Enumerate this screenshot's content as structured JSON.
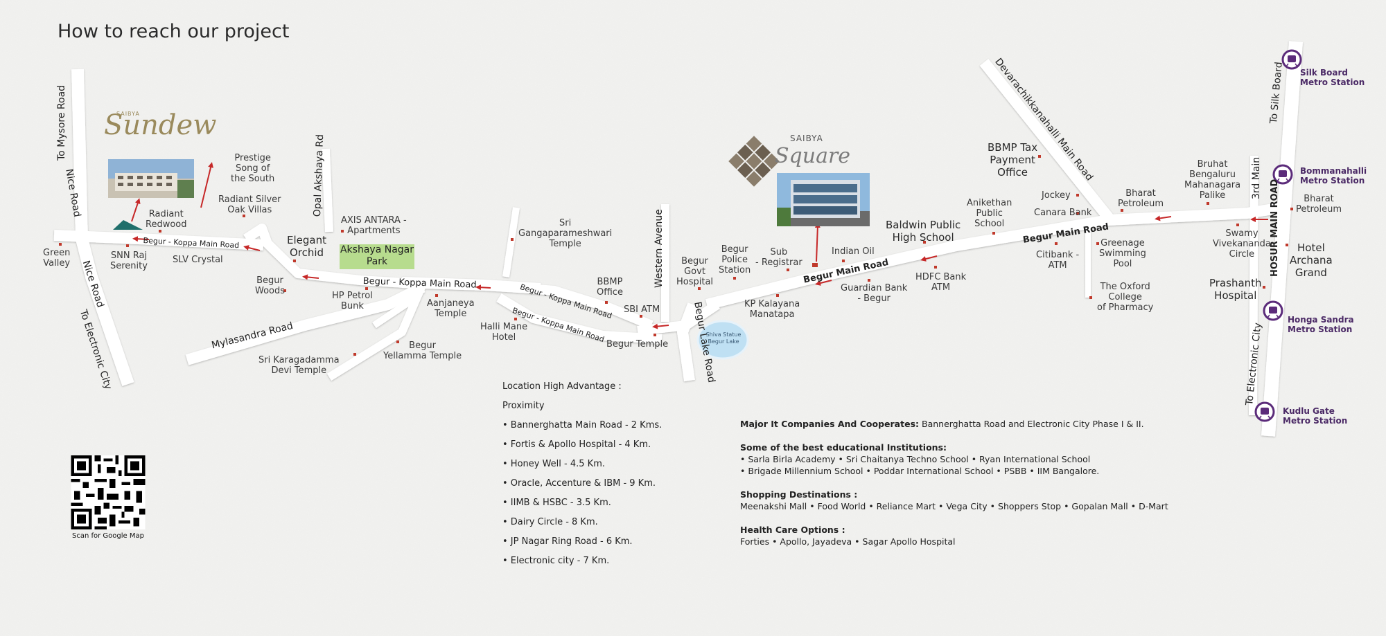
{
  "title": "How to reach our project",
  "brands": {
    "sundew_small": "SAIBYA",
    "sundew_script": "Sundew",
    "square_word": "SAIBYA",
    "square_script": "Square"
  },
  "colors": {
    "background": "#f3f3f1",
    "road": "#ffffff",
    "marker": "#c0392b",
    "arrow": "#c62828",
    "park": "#b7dc8e",
    "lake": "#bfe0f3",
    "metro": "#5b2b7a"
  },
  "roads": {
    "mysore": "To Mysore Road",
    "nice_north": "Nice Road",
    "nice_south": "Nice Road",
    "electronic_west": "To Electronic City",
    "begur_koppa_1": "Begur - Koppa Main Road",
    "begur_koppa_2": "Begur - Koppa Main Road",
    "begur_koppa_3": "Begur - Koppa Main Road",
    "begur_koppa_4": "Begur - Koppa Main Road",
    "opal": "Opal Akshaya Rd",
    "mylasandra": "Mylasandra Road",
    "western": "Western Avenue",
    "begur_lake": "Begur Lake Road",
    "begur_main_1": "Begur Main Road",
    "begur_main_2": "Begur Main Road",
    "devarachikkanahalli": "Devarachikkanahalli Main Road",
    "silk_board": "To Silk Board",
    "third_main": "3rd Main",
    "hosur": "HOSUR MAIN ROAD",
    "electronic_east": "To Electronic City"
  },
  "places": {
    "green_valley": "Green\nValley",
    "snn_raj": "SNN Raj\nSerenity",
    "radiant_redwood": "Radiant\nRedwood",
    "slv_crystal": "SLV Crystal",
    "radiant_silver": "Radiant Silver\nOak Villas",
    "prestige": "Prestige\nSong of\nthe South",
    "elegant_orchid": "Elegant\nOrchid",
    "axis_antara": "AXIS ANTARA -\nApartments",
    "akshaya_park": "Akshaya Nagar\nPark",
    "begur_woods": "Begur\nWoods",
    "hp_petrol": "HP Petrol\nBunk",
    "aanjaneya": "Aanjaneya\nTemple",
    "sri_ganga": "Sri\nGangaparameshwari\nTemple",
    "halli_mane": "Halli Mane\nHotel",
    "bbmp_office": "BBMP\nOffice",
    "sbi_atm": "SBI ATM",
    "begur_temple": "Begur Temple",
    "begur_yellamma": "Begur\nYellamma Temple",
    "karagadamma": "Sri Karagadamma\nDevi Temple",
    "begur_govt": "Begur\nGovt\nHospital",
    "begur_police": "Begur\nPolice\nStation",
    "sub_registrar": "Sub\n- Registrar",
    "kp_kalayana": "KP Kalayana\nManatapa",
    "indian_oil": "Indian Oil",
    "guardian_bank": "Guardian Bank\n- Begur",
    "baldwin": "Baldwin Public\nHigh School",
    "hdfc": "HDFC Bank\nATM",
    "anikethan": "Anikethan\nPublic\nSchool",
    "bbmp_tax": "BBMP Tax\nPayment\nOffice",
    "jockey": "Jockey",
    "canara": "Canara Bank",
    "citibank": "Citibank -\nATM",
    "greenage": "Greenage\nSwimming\nPool",
    "oxford": "The Oxford\nCollege\nof Pharmacy",
    "bharat_1": "Bharat\nPetroleum",
    "bruhat": "Bruhat\nBengaluru\nMahanagara\nPalike",
    "swamy": "Swamy\nVivekananda\nCircle",
    "prashanth": "Prashanth\nHospital",
    "bharat_2": "Bharat\nPetroleum",
    "hotel_archana": "Hotel\nArchana\nGrand",
    "shiva_statue": "Shiva Statue\nBegur Lake"
  },
  "metro": {
    "silk_board": "Silk Board\nMetro Station",
    "bommanahalli": "Bommanahalli\nMetro Station",
    "honga_sandra": "Honga Sandra\nMetro Station",
    "kudlu_gate": "Kudlu Gate\nMetro Station"
  },
  "proximity": {
    "heading": "Location High Advantage :",
    "subheading": "Proximity",
    "items": [
      "• Bannerghatta Main Road - 2 Kms.",
      "• Fortis & Apollo Hospital - 4 Km.",
      "• Honey Well - 4.5 Km.",
      "• Oracle, Accenture & IBM - 9 Km.",
      "• IIMB & HSBC - 3.5 Km.",
      "• Dairy Circle - 8 Km.",
      "• JP Nagar Ring Road - 6 Km.",
      "• Electronic city - 7 Km."
    ]
  },
  "highlights": {
    "it_label": "Major It Companies And Cooperates:",
    "it_text": " Bannerghatta Road and Electronic City Phase I & II.",
    "edu_label": "Some of the best educational Institutions:",
    "edu_line1": "• Sarla Birla Academy  • Sri Chaitanya Techno School • Ryan International School",
    "edu_line2": "• Brigade Millennium School • Poddar International School • PSBB • IIM Bangalore.",
    "shop_label": "Shopping Destinations :",
    "shop_text": "Meenakshi Mall • Food World • Reliance Mart • Vega City  • Shoppers Stop • Gopalan Mall • D-Mart",
    "health_label": "Health Care Options :",
    "health_text": "Forties • Apollo, Jayadeva • Sagar Apollo Hospital"
  },
  "qr": {
    "caption": "Scan for Google Map"
  }
}
